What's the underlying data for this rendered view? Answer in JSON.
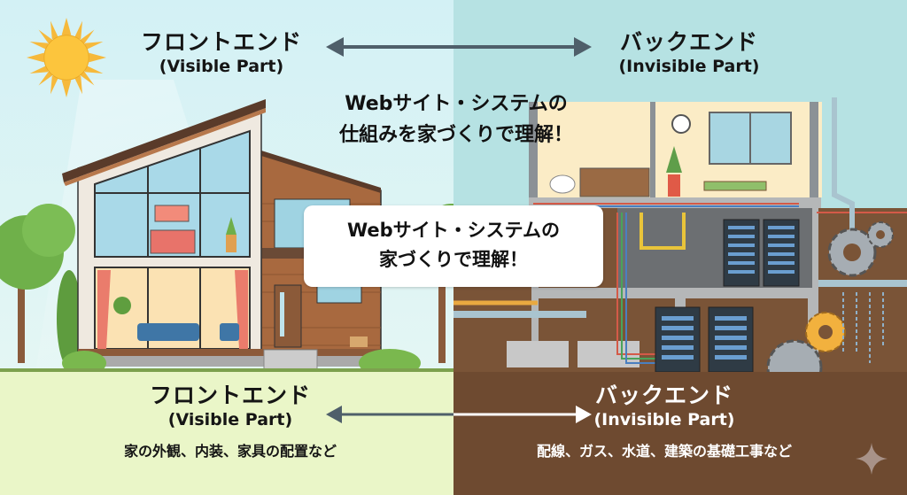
{
  "top": {
    "frontend": {
      "title": "フロントエンド",
      "subtitle": "(Visible Part)"
    },
    "backend": {
      "title": "バックエンド",
      "subtitle": "(Invisible Part)"
    },
    "arrow": "double-arrow"
  },
  "headline": {
    "line1": "Webサイト・システムの",
    "line2": "仕組みを家づくりで理解！"
  },
  "callout": {
    "line1": "Webサイト・システムの",
    "line2": "家づくりで理解！"
  },
  "bottom": {
    "frontend": {
      "title": "フロントエンド",
      "subtitle": "(Visible Part)",
      "description": "家の外観、内装、家具の配置など"
    },
    "backend": {
      "title": "バックエンド",
      "subtitle": "(Invisible Part)",
      "description": "配線、ガス、水道、建築の基礎工事など"
    }
  },
  "colors": {
    "sky_left": "#d3f1f5",
    "sky_right": "#b6e2e3",
    "grass": "#eaf6c8",
    "soil": "#6e4a30",
    "arrow": "#4f5f6a",
    "text_dark": "#151515",
    "text_light": "#ffffff"
  },
  "icons": [
    "sun-icon",
    "house-illustration",
    "server-rack-icon",
    "gear-icon",
    "pipe-icon",
    "sparkle-icon"
  ]
}
